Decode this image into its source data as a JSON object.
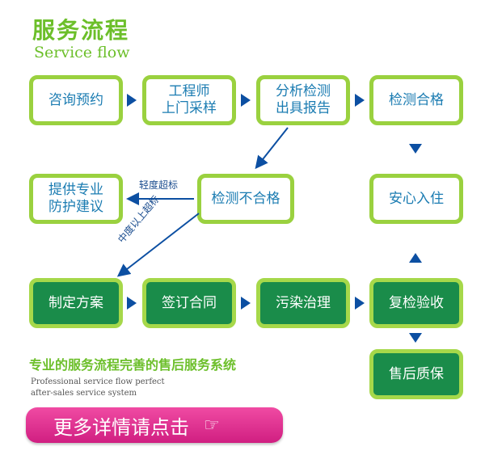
{
  "header": {
    "title_cn": "服务流程",
    "title_en": "Service flow"
  },
  "steps": {
    "consult": "咨询预约",
    "sampling_line1": "工程师",
    "sampling_line2": "上门采样",
    "analysis_line1": "分析检测",
    "analysis_line2": "出具报告",
    "pass": "检测合格",
    "fail": "检测不合格",
    "advice_line1": "提供专业",
    "advice_line2": "防护建议",
    "move_in": "安心入住",
    "plan": "制定方案",
    "contract": "签订合同",
    "treatment": "污染治理",
    "recheck": "复检验收",
    "after_sales": "售后质保"
  },
  "labels": {
    "light": "轻度超标",
    "moderate": "中度以上超标"
  },
  "footer": {
    "subtitle_cn": "专业的服务流程完善的售后服务系统",
    "subtitle_en_line1": "Professional service flow perfect",
    "subtitle_en_line2": "after-sales service system",
    "cta_label": "更多详情请点击"
  },
  "colors": {
    "green": "#9ad13f",
    "dark_green": "#1a8c4a",
    "blue": "#0c4fa2",
    "pink": "#e0348f"
  },
  "icons": {
    "cta": "pointing-hand-icon"
  }
}
